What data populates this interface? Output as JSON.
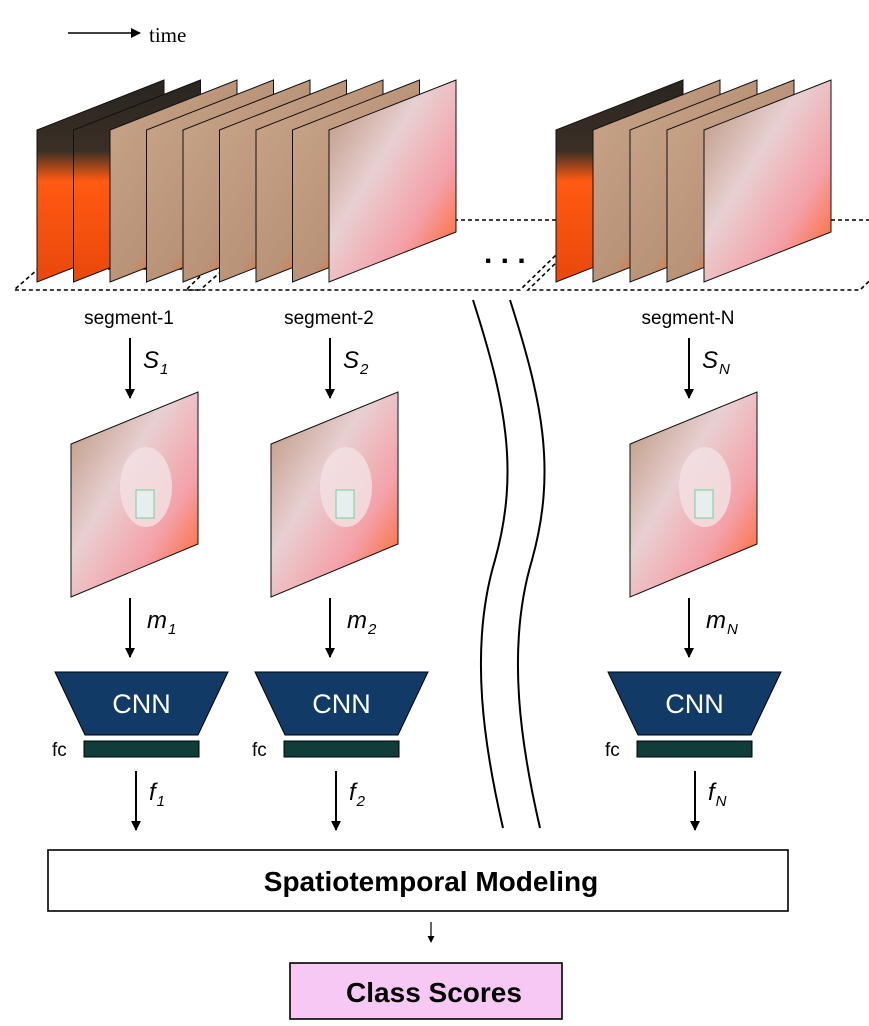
{
  "time_label": "time",
  "ellipsis": ". . .",
  "segments": [
    {
      "label": "segment-1",
      "s_sym": "S",
      "s_sub": "1",
      "m_sym": "m",
      "m_sub": "1",
      "f_sym": "f",
      "f_sub": "1",
      "cnn_label": "CNN",
      "fc_label": "fc"
    },
    {
      "label": "segment-2",
      "s_sym": "S",
      "s_sub": "2",
      "m_sym": "m",
      "m_sub": "2",
      "f_sym": "f",
      "f_sub": "2",
      "cnn_label": "CNN",
      "fc_label": "fc"
    },
    {
      "label": "segment-N",
      "s_sym": "S",
      "s_sub": "N",
      "m_sym": "m",
      "m_sub": "N",
      "f_sym": "f",
      "f_sub": "N",
      "cnn_label": "CNN",
      "fc_label": "fc"
    }
  ],
  "modeling_label": "Spatiotemporal Modeling",
  "output_label": "Class Scores",
  "colors": {
    "cnn_fill": "#123a66",
    "fc_fill": "#0f3d3a",
    "output_fill": "#f8c8f4",
    "frame_orange": "#ff5a12",
    "frame_skin": "#c9a58a",
    "frame_dark": "#2a2520"
  }
}
